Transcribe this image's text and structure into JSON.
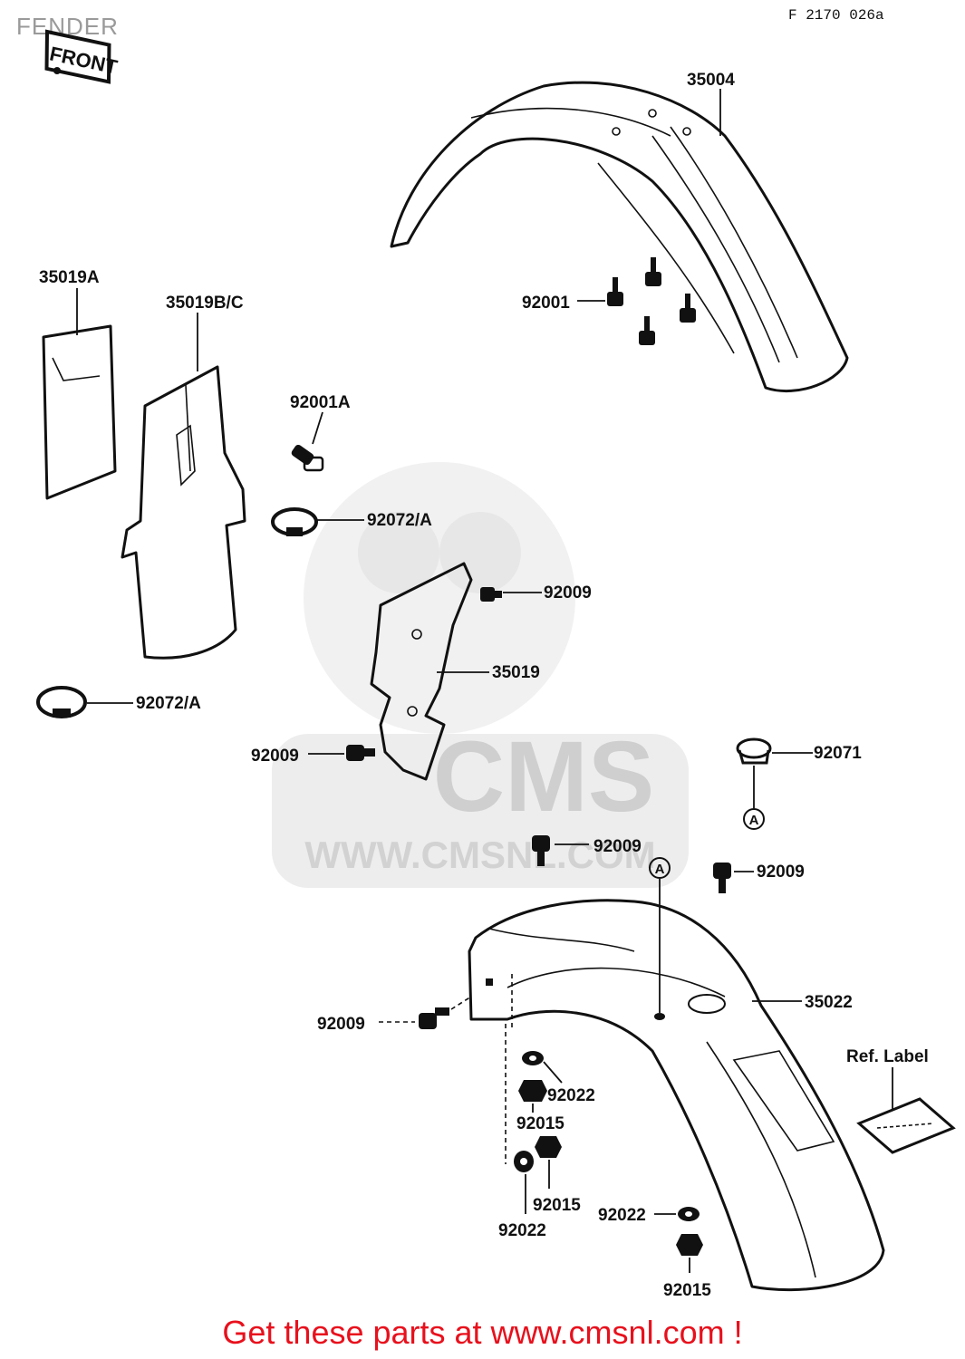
{
  "title": "FENDER",
  "diagram_code": "F 2170 026a",
  "front_marker": "FRONT",
  "watermark": {
    "brand": "CMS",
    "url": "WWW.CMSNL.COM"
  },
  "footer": "Get these parts at www.cmsnl.com !",
  "ref_label": "Ref. Label",
  "reference_marker": "A",
  "parts": {
    "front_fender": "35004",
    "front_fender_bolt": "92001",
    "flap_a": "35019A",
    "flap_bc": "35019B/C",
    "bolt_92001a": "92001A",
    "clamp_upper": "92072/A",
    "clamp_lower": "92072/A",
    "bolt_upper_right": "92009",
    "guard_plate": "35019",
    "bolt_left": "92009",
    "grommet": "92071",
    "bolt_center": "92009",
    "bolt_right": "92009",
    "rear_fender": "35022",
    "bolt_rear_left": "92009",
    "washer_1": "92022",
    "nut_1": "92015",
    "nut_2": "92015",
    "washer_2": "92022",
    "washer_3": "92022",
    "nut_3": "92015"
  }
}
